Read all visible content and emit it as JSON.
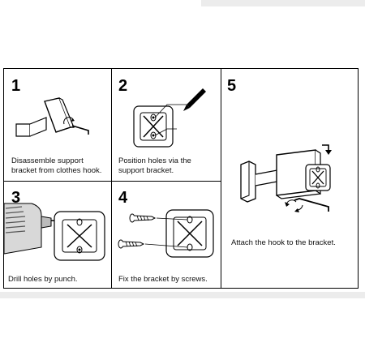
{
  "steps": [
    {
      "number": "1",
      "caption": "Disassemble support bracket from clothes hook."
    },
    {
      "number": "2",
      "caption": "Position holes via the support bracket."
    },
    {
      "number": "3",
      "caption": "Drill holes by punch."
    },
    {
      "number": "4",
      "caption": "Fix the bracket by screws."
    },
    {
      "number": "5",
      "caption": "Attach the hook to the bracket."
    }
  ]
}
